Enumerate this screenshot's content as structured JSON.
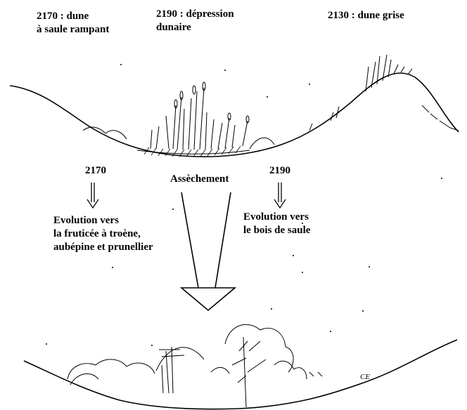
{
  "labels": {
    "habitat_2170": [
      "2170 : dune",
      "à saule rampant"
    ],
    "habitat_2190": [
      "2190 : dépression",
      "dunaire"
    ],
    "habitat_2130": "2130 : dune grise",
    "code_2170": "2170",
    "code_2190": "2190",
    "process": "Assèchement",
    "evolution_2170": [
      "Evolution vers",
      "la fruticée à troène,",
      "aubépine et prunellier"
    ],
    "evolution_2190": [
      "Evolution vers",
      "le bois de saule"
    ],
    "signature": "CE"
  },
  "icons": [
    "down-arrow-icon",
    "down-arrow-icon",
    "large-down-arrow-icon"
  ]
}
